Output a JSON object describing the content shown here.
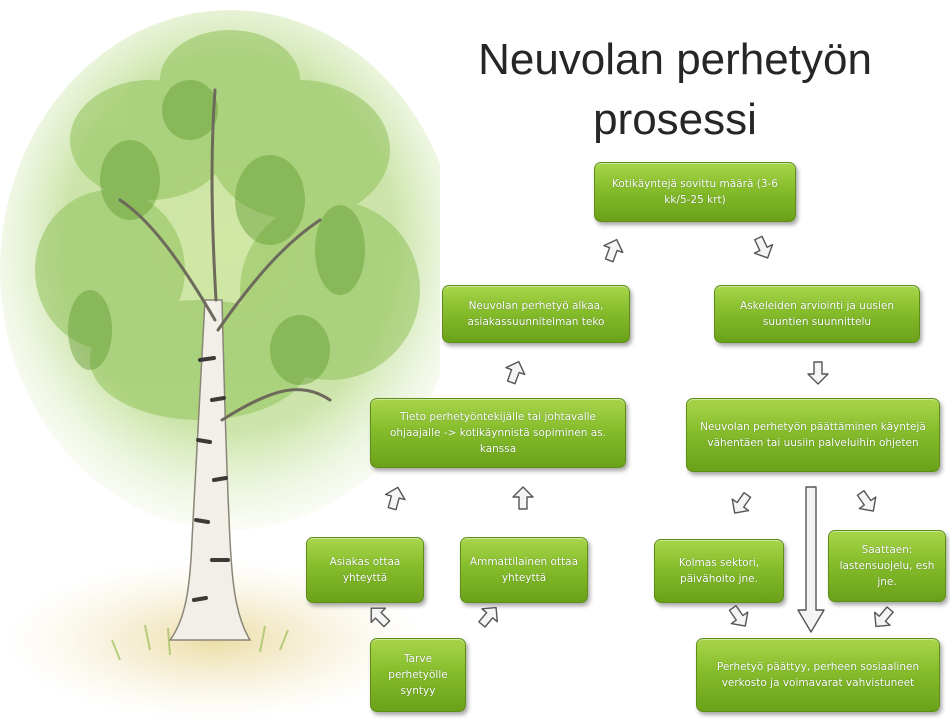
{
  "title": {
    "line1": "Neuvolan perhetyön",
    "line2": "prosessi"
  },
  "background": {
    "illustration": "birch-tree-watercolor"
  },
  "nodes": {
    "top": "Kotikäyntejä sovittu määrä (3-6 kk/5-25 krt)",
    "start_work": "Neuvolan perhetyö alkaa, asiakassuunnitelman teko",
    "evaluation": "Askeleiden arviointi ja uusien suuntien suunnittelu",
    "info": "Tieto perhetyöntekijälle tai johtavalle ohjaajalle -> kotikäynnistä sopiminen as. kanssa",
    "ending": "Neuvolan perhetyön päättäminen käyntejä vähentäen tai uusiin palveluihin ohjeten",
    "client_contact": "Asiakas ottaa yhteyttä",
    "professional_contact": "Ammattilainen ottaa yhteyttä",
    "third_sector": "Kolmas sektori, päivähoito jne.",
    "escort": "Saattaen: lastensuojelu, esh jne.",
    "need": "Tarve perhetyölle syntyy",
    "finished": "Perhetyö päättyy, perheen sosiaalinen verkosto ja voimavarat vahvistuneet"
  },
  "colors": {
    "box_top": "#a8d54a",
    "box_bottom": "#6aa11a",
    "arrow_fill": "#f4f4f4",
    "arrow_stroke": "#555555"
  }
}
